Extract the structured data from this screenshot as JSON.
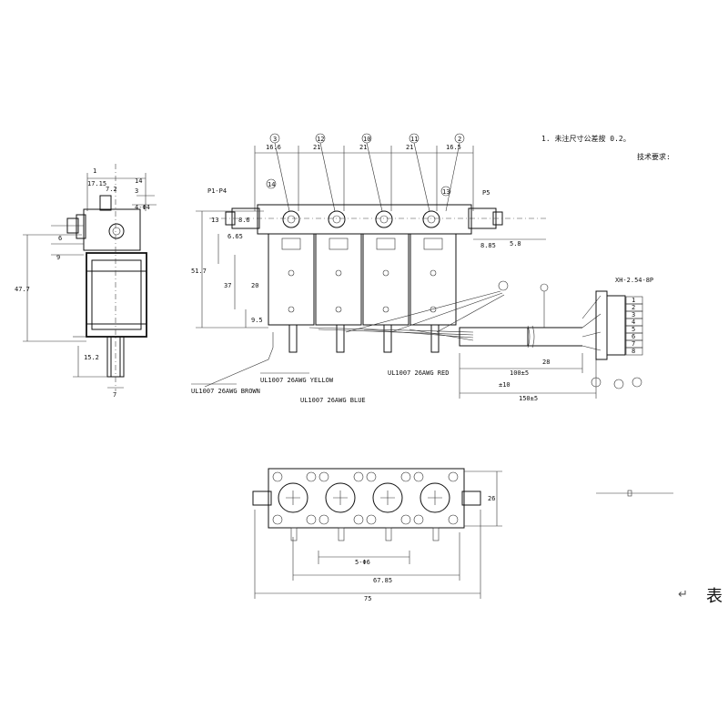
{
  "side_view": {
    "dims": {
      "d1": "1",
      "d2": "17.15",
      "d3": "7.2",
      "d4": "3",
      "d5": "14",
      "d6": "4-Φ4",
      "d7": "6",
      "d8": "47.7",
      "d9": "9",
      "d10": "15.2",
      "d11": "7"
    }
  },
  "front_view": {
    "notes": {
      "line1": "技术要求:",
      "line2": "1. 未注尺寸公差按 0.2。"
    },
    "top_dims": [
      "16.5",
      "21",
      "21",
      "21",
      "16.6"
    ],
    "callouts": [
      "3",
      "12",
      "10",
      "11",
      "2",
      "13",
      "14"
    ],
    "left_dims": {
      "a": "51.7",
      "b": "37",
      "c": "20",
      "d": "9.5",
      "e": "6.65",
      "f": "13",
      "g": "8.6"
    },
    "right_dims": {
      "a": "8.85",
      "b": "5.8"
    },
    "mid_labels": {
      "pin": "P1-P4",
      "port": "P5"
    },
    "cable": {
      "len_a": "100±5",
      "len_b": "150±5",
      "len_c": "±10",
      "seg": "28"
    },
    "wire_labels": {
      "w1": "UL1007 26AWG BROWN",
      "w2": "UL1007 26AWG YELLOW",
      "w3": "UL1007 26AWG BLUE",
      "w4": "UL1007 26AWG RED"
    },
    "connector": {
      "title": "XH-2.54-8P",
      "pins": [
        "1",
        "2",
        "3",
        "4",
        "5",
        "6",
        "7",
        "8"
      ]
    }
  },
  "bottom_view": {
    "dims": {
      "height": "26",
      "pitch": "5-Φ6",
      "span": "67.85",
      "total": "75"
    }
  },
  "footer": {
    "return_mark": "↵",
    "glyph": "表"
  }
}
